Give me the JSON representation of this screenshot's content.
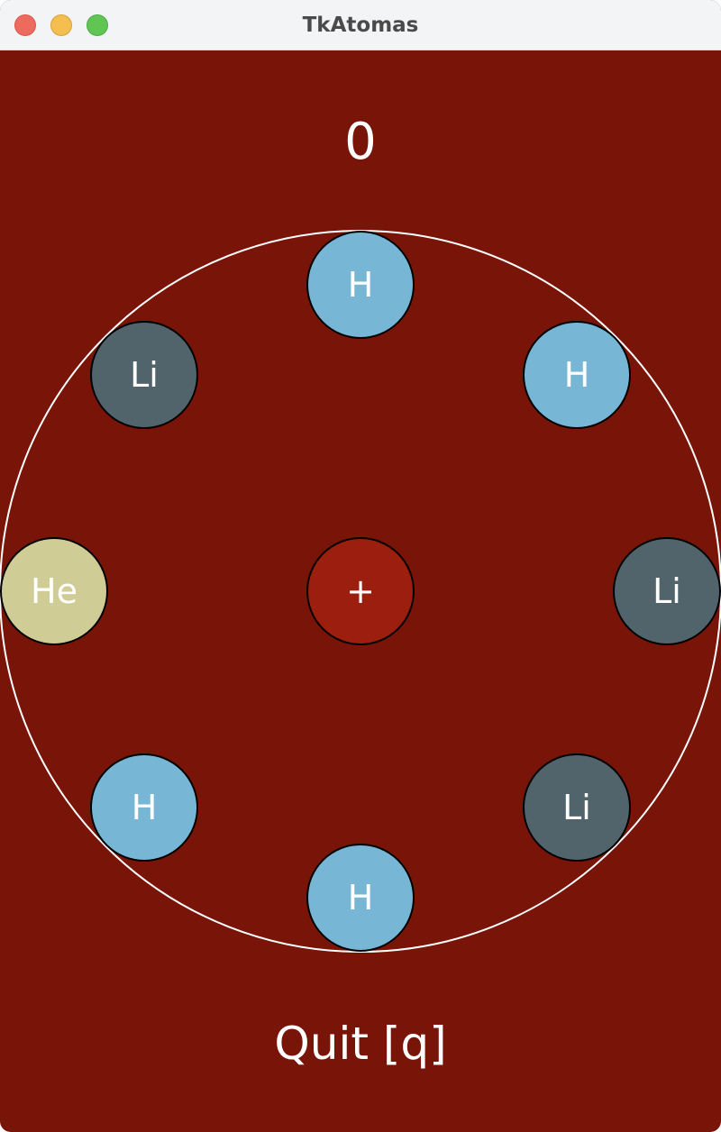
{
  "window": {
    "title": "TkAtomas"
  },
  "game": {
    "score": "0",
    "quit_label": "Quit [q]",
    "background_color": "#791508",
    "ring_color": "#ffffff",
    "center": {
      "symbol": "+",
      "color": "#9b1e0e"
    },
    "atoms": [
      {
        "symbol": "H",
        "color": "#77b6d5"
      },
      {
        "symbol": "H",
        "color": "#77b6d5"
      },
      {
        "symbol": "Li",
        "color": "#51646b"
      },
      {
        "symbol": "Li",
        "color": "#51646b"
      },
      {
        "symbol": "H",
        "color": "#77b6d5"
      },
      {
        "symbol": "H",
        "color": "#77b6d5"
      },
      {
        "symbol": "He",
        "color": "#d0cc96"
      },
      {
        "symbol": "Li",
        "color": "#51646b"
      }
    ]
  }
}
